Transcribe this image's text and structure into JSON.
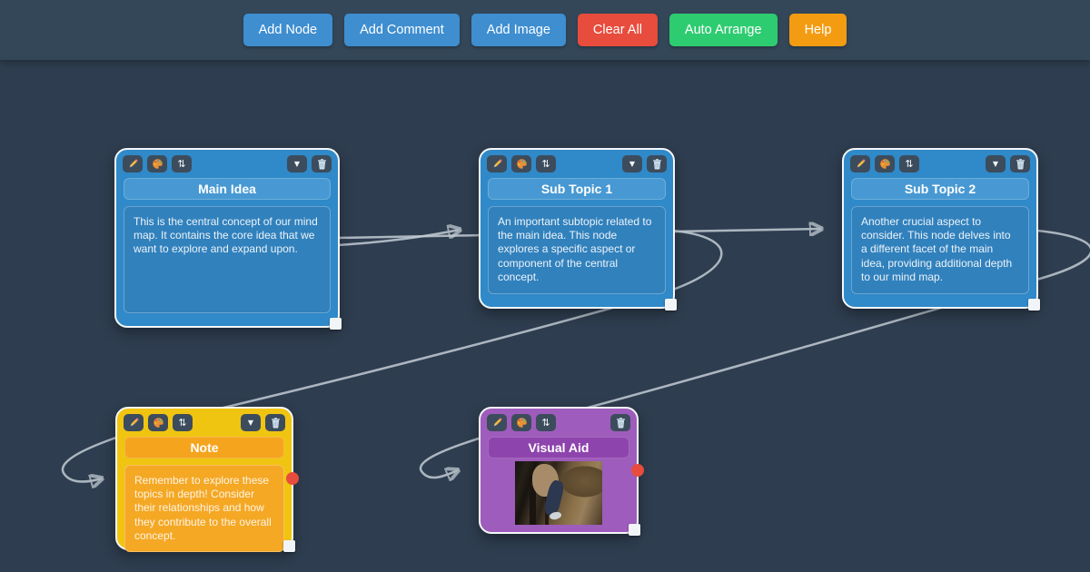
{
  "toolbar": {
    "buttons": [
      {
        "label": "Add Node",
        "color": "#3e8ed0"
      },
      {
        "label": "Add Comment",
        "color": "#3e8ed0"
      },
      {
        "label": "Add Image",
        "color": "#3e8ed0"
      },
      {
        "label": "Clear All",
        "color": "#e74c3c"
      },
      {
        "label": "Auto Arrange",
        "color": "#2ecc71"
      },
      {
        "label": "Help",
        "color": "#f39c12"
      }
    ]
  },
  "glyphs": {
    "collapse": "▼",
    "connect": "⇅"
  },
  "nodes": [
    {
      "title": "Main Idea",
      "body": "This is the central concept of our mind map. It contains the core idea that we want to explore and expand upon.",
      "type": "text",
      "color": "#3089c8"
    },
    {
      "title": "Sub Topic 1",
      "body": "An important subtopic related to the main idea. This node explores a specific aspect or component of the central concept.",
      "type": "text",
      "color": "#3089c8"
    },
    {
      "title": "Sub Topic 2",
      "body": "Another crucial aspect to consider. This node delves into a different facet of the main idea, providing additional depth to our mind map.",
      "type": "text",
      "color": "#3089c8"
    },
    {
      "title": "Note",
      "body": "Remember to explore these topics in depth! Consider their relationships and how they contribute to the overall concept.",
      "type": "note",
      "color": "#f0c511"
    },
    {
      "title": "Visual Aid",
      "body": "",
      "type": "image",
      "color": "#9e5cbc"
    }
  ],
  "connections": [
    {
      "from": "Main Idea",
      "to": "Sub Topic 1"
    },
    {
      "from": "Main Idea",
      "to": "Sub Topic 2"
    },
    {
      "from": "Sub Topic 1",
      "to": "Note"
    },
    {
      "from": "Sub Topic 2",
      "to": "Visual Aid"
    }
  ],
  "palette": {
    "canvas_background": "#2e3d4f",
    "header_background": "#334759",
    "node_blue": "#3089c8",
    "node_yellow": "#f0c511",
    "node_purple": "#9e5cbc",
    "title_blue": "#4899d3",
    "title_orange": "#f5a41d",
    "title_purple": "#8e44ad",
    "connector_handle_red": "#e74c3c",
    "wire_gray": "#c3ccd4",
    "node_border_white": "#f4f7f9"
  }
}
